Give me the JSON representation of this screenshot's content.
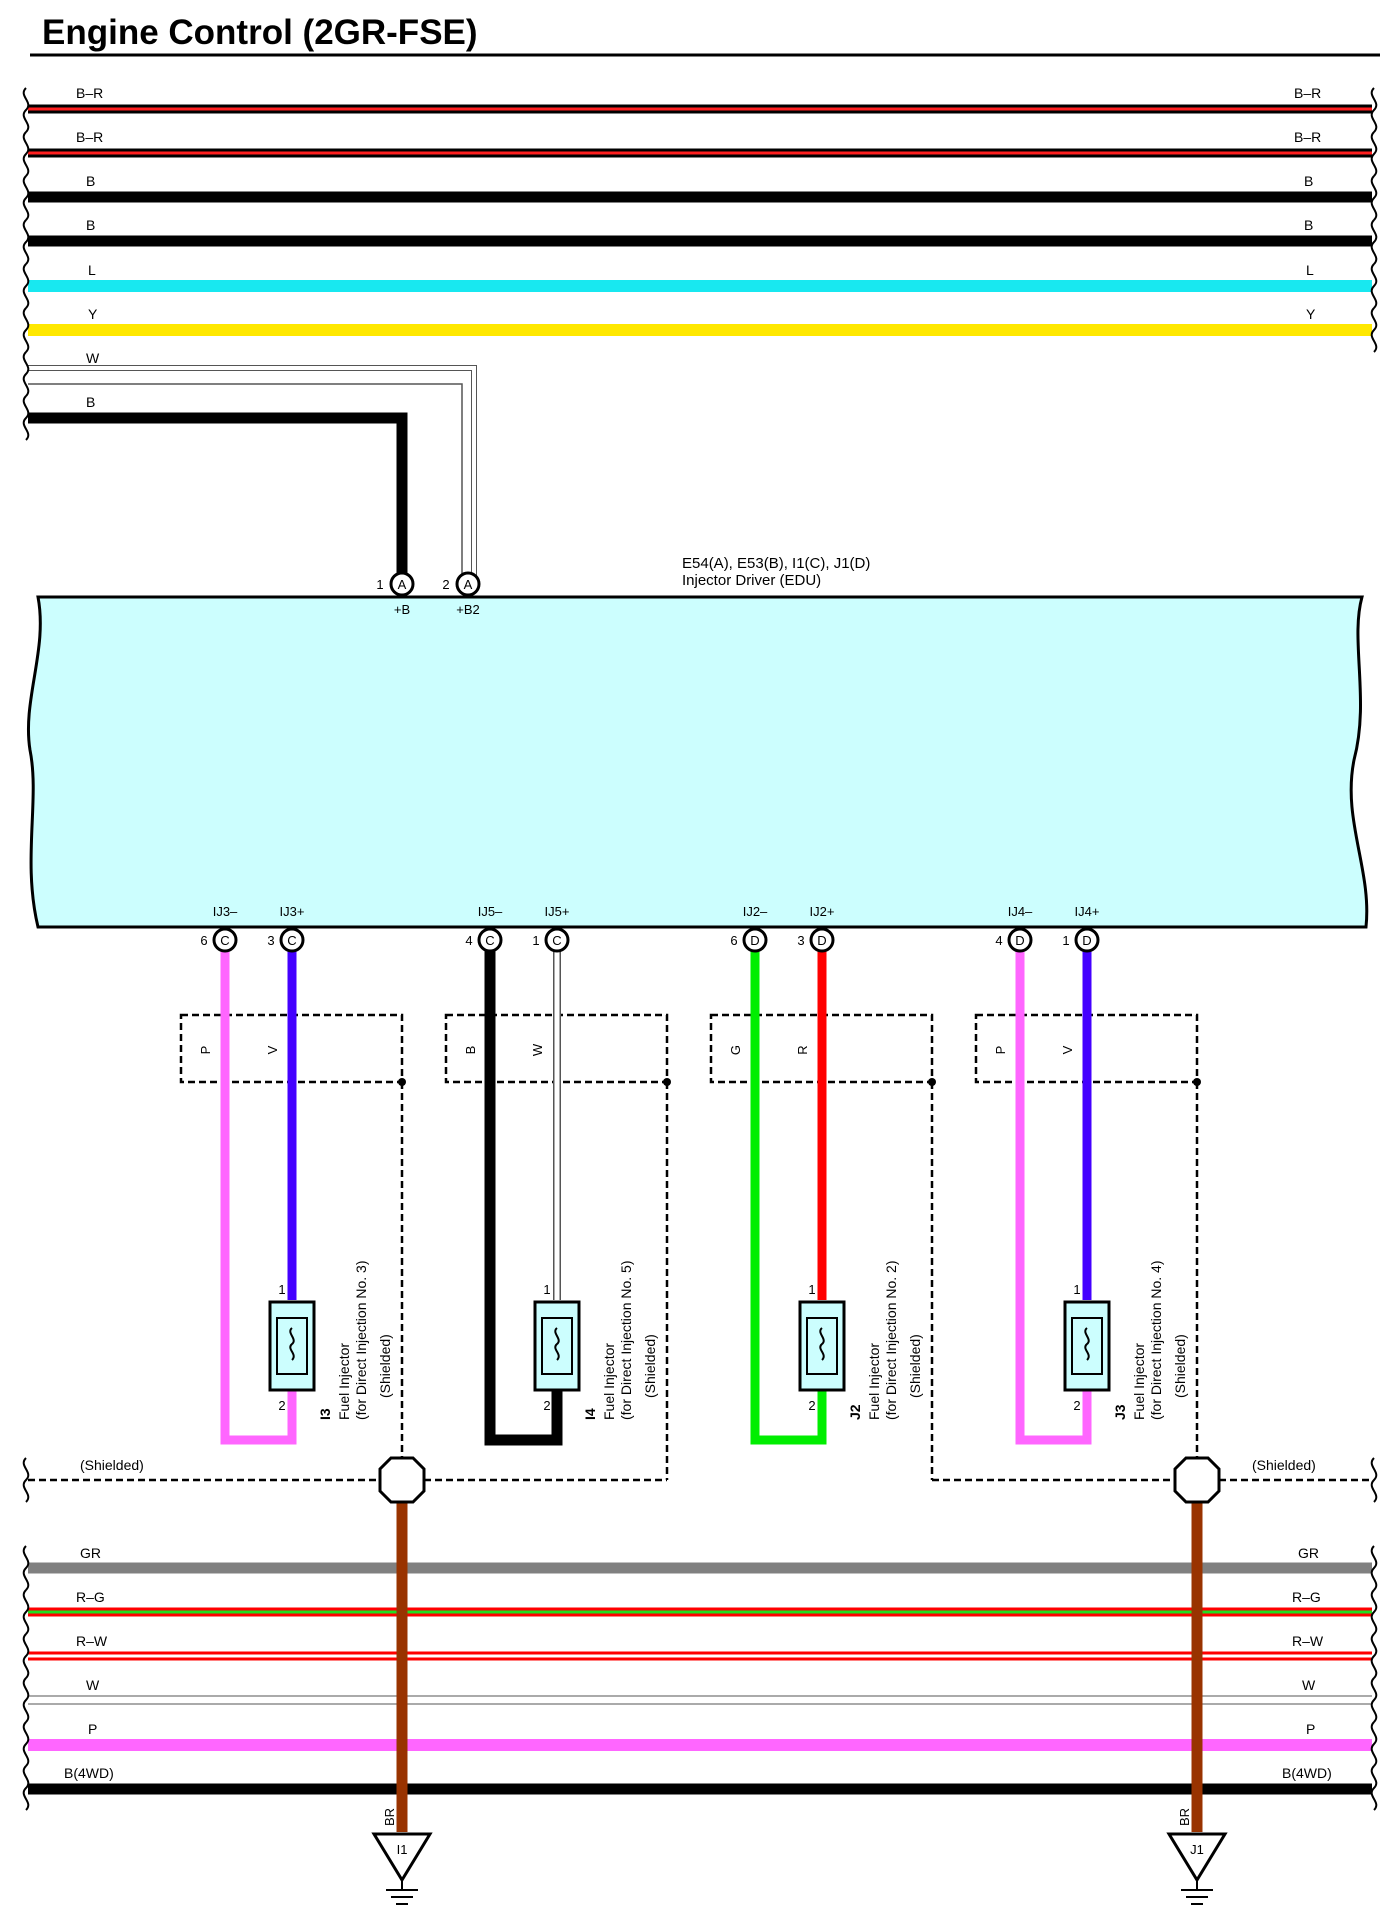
{
  "page": {
    "title": "Engine Control (2GR-FSE)"
  },
  "top_wires": [
    {
      "label": "B–R",
      "color": "#000000",
      "stripe": "#ff2020"
    },
    {
      "label": "B–R",
      "color": "#000000",
      "stripe": "#ff2020"
    },
    {
      "label": "B",
      "color": "#000000"
    },
    {
      "label": "B",
      "color": "#000000"
    },
    {
      "label": "L",
      "color": "#18e8f0"
    },
    {
      "label": "Y",
      "color": "#ffe800"
    }
  ],
  "feed_wires": [
    {
      "label": "W",
      "color": "#ffffff"
    },
    {
      "label": "B",
      "color": "#000000"
    }
  ],
  "component": {
    "connectors": "E54(A), E53(B), I1(C), J1(D)",
    "name": "Injector Driver (EDU)",
    "fill": "#ccfefe",
    "top_pins": [
      {
        "num": "1",
        "letter": "A",
        "label": "+B"
      },
      {
        "num": "2",
        "letter": "A",
        "label": "+B2"
      }
    ],
    "bottom_pins": [
      {
        "num": "6",
        "letter": "C",
        "label": "IJ3–"
      },
      {
        "num": "3",
        "letter": "C",
        "label": "IJ3+"
      },
      {
        "num": "4",
        "letter": "C",
        "label": "IJ5–"
      },
      {
        "num": "1",
        "letter": "C",
        "label": "IJ5+"
      },
      {
        "num": "6",
        "letter": "D",
        "label": "IJ2–"
      },
      {
        "num": "3",
        "letter": "D",
        "label": "IJ2+"
      },
      {
        "num": "4",
        "letter": "D",
        "label": "IJ4–"
      },
      {
        "num": "1",
        "letter": "D",
        "label": "IJ4+"
      }
    ]
  },
  "injectors": [
    {
      "id": "I3",
      "name": "Fuel Injector",
      "sub": "(for Direct Injection No. 3)",
      "shield": "(Shielded)",
      "neg_wire": "P",
      "pos_wire": "V",
      "neg_color": "#ff66ff",
      "pos_color": "#4400ff",
      "pin1": "1",
      "pin2": "2"
    },
    {
      "id": "I4",
      "name": "Fuel Injector",
      "sub": "(for Direct Injection No. 5)",
      "shield": "(Shielded)",
      "neg_wire": "B",
      "pos_wire": "W",
      "neg_color": "#000000",
      "pos_color": "#ffffff",
      "pin1": "1",
      "pin2": "2"
    },
    {
      "id": "J2",
      "name": "Fuel Injector",
      "sub": "(for Direct Injection No. 2)",
      "shield": "(Shielded)",
      "neg_wire": "G",
      "pos_wire": "R",
      "neg_color": "#00ee00",
      "pos_color": "#ff0000",
      "pin1": "1",
      "pin2": "2"
    },
    {
      "id": "J3",
      "name": "Fuel Injector",
      "sub": "(for Direct Injection No. 4)",
      "shield": "(Shielded)",
      "neg_wire": "P",
      "pos_wire": "V",
      "neg_color": "#ff66ff",
      "pos_color": "#4400ff",
      "pin1": "1",
      "pin2": "2"
    }
  ],
  "shield_labels": {
    "left": "(Shielded)",
    "right": "(Shielded)"
  },
  "bottom_wires": [
    {
      "label": "GR",
      "color": "#808080"
    },
    {
      "label": "R–G",
      "color": "#ff0000",
      "stripe": "#22dd22"
    },
    {
      "label": "R–W",
      "color": "#ff0000",
      "stripe": "#ffffff"
    },
    {
      "label": "W",
      "color": "#ffffff"
    },
    {
      "label": "P",
      "color": "#ff66ff"
    },
    {
      "label": "B(4WD)",
      "color": "#000000"
    }
  ],
  "grounds": [
    {
      "id": "I1",
      "wire": "BR",
      "color": "#993300"
    },
    {
      "id": "J1",
      "wire": "BR",
      "color": "#993300"
    }
  ]
}
